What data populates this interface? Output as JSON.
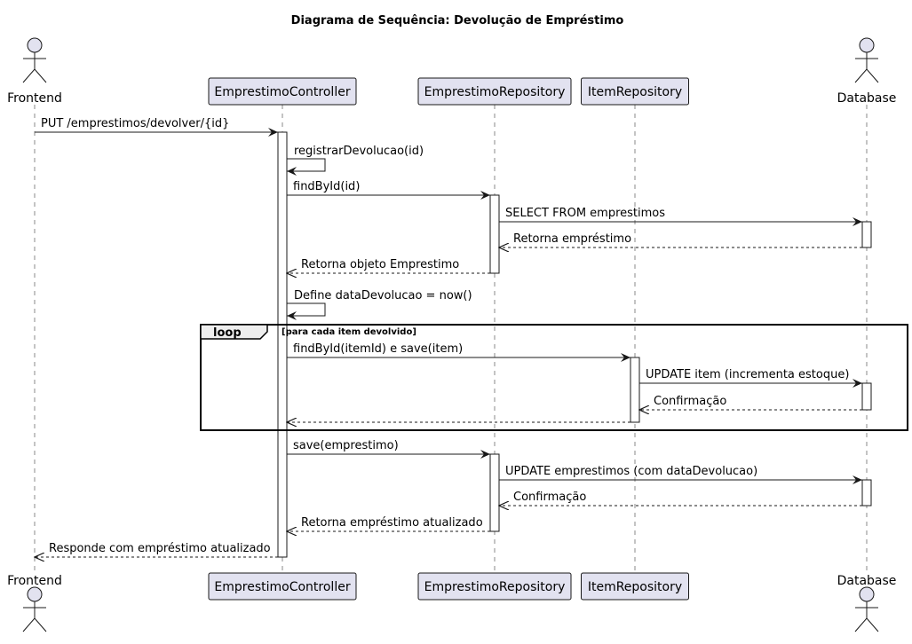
{
  "title": "Diagrama de Sequência: Devolução de Empréstimo",
  "colors": {
    "participant_fill": "#E2E2F0",
    "participant_border": "#181818",
    "lifeline": "#888888",
    "line": "#181818",
    "loop_tag_fill": "#EEEEEE"
  },
  "participants": [
    {
      "id": "frontend",
      "label": "Frontend",
      "kind": "actor"
    },
    {
      "id": "controller",
      "label": "EmprestimoController",
      "kind": "box"
    },
    {
      "id": "emp_repo",
      "label": "EmprestimoRepository",
      "kind": "box"
    },
    {
      "id": "item_repo",
      "label": "ItemRepository",
      "kind": "box"
    },
    {
      "id": "database",
      "label": "Database",
      "kind": "actor"
    }
  ],
  "loop": {
    "tag": "loop",
    "guard": "[para cada item devolvido]"
  },
  "messages": [
    {
      "from": "frontend",
      "to": "controller",
      "label": "PUT /emprestimos/devolver/{id}",
      "style": "solid"
    },
    {
      "from": "controller",
      "to": "controller",
      "label": "registrarDevolucao(id)",
      "style": "solid"
    },
    {
      "from": "controller",
      "to": "emp_repo",
      "label": "findById(id)",
      "style": "solid"
    },
    {
      "from": "emp_repo",
      "to": "database",
      "label": "SELECT FROM emprestimos",
      "style": "solid"
    },
    {
      "from": "database",
      "to": "emp_repo",
      "label": "Retorna empréstimo",
      "style": "dashed"
    },
    {
      "from": "emp_repo",
      "to": "controller",
      "label": "Retorna objeto Emprestimo",
      "style": "dashed"
    },
    {
      "from": "controller",
      "to": "controller",
      "label": "Define dataDevolucao = now()",
      "style": "solid"
    },
    {
      "from": "controller",
      "to": "item_repo",
      "label": "findById(itemId) e save(item)",
      "style": "solid"
    },
    {
      "from": "item_repo",
      "to": "database",
      "label": "UPDATE item (incrementa estoque)",
      "style": "solid"
    },
    {
      "from": "database",
      "to": "item_repo",
      "label": "Confirmação",
      "style": "dashed"
    },
    {
      "from": "item_repo",
      "to": "controller",
      "label": "",
      "style": "dashed"
    },
    {
      "from": "controller",
      "to": "emp_repo",
      "label": "save(emprestimo)",
      "style": "solid"
    },
    {
      "from": "emp_repo",
      "to": "database",
      "label": "UPDATE emprestimos (com dataDevolucao)",
      "style": "solid"
    },
    {
      "from": "database",
      "to": "emp_repo",
      "label": "Confirmação",
      "style": "dashed"
    },
    {
      "from": "emp_repo",
      "to": "controller",
      "label": "Retorna empréstimo atualizado",
      "style": "dashed"
    },
    {
      "from": "controller",
      "to": "frontend",
      "label": "Responde com empréstimo atualizado",
      "style": "dashed"
    }
  ]
}
